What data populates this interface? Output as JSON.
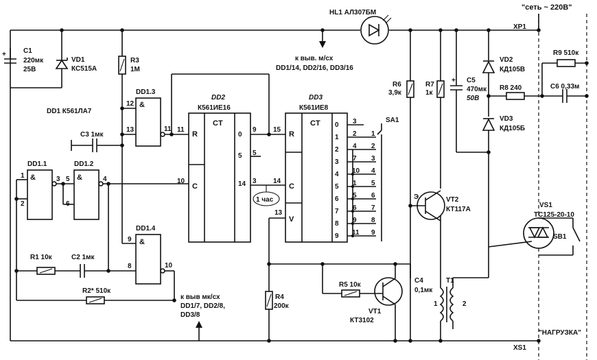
{
  "components": {
    "c1": {
      "name": "C1",
      "value": "220мк",
      "voltage": "25В"
    },
    "vd1": {
      "name": "VD1",
      "value": "КС515А"
    },
    "r3": {
      "name": "R3",
      "value": "1М"
    },
    "dd1_type": "DD1 К561ЛА7",
    "dd1_3": {
      "name": "DD1.3",
      "symbol": "&"
    },
    "c3": {
      "name": "C3 1мк"
    },
    "dd1_1": {
      "name": "DD1.1",
      "symbol": "&"
    },
    "dd1_2": {
      "name": "DD1.2",
      "symbol": "&"
    },
    "dd1_4": {
      "name": "DD1.4",
      "symbol": "&"
    },
    "r1": {
      "name": "R1 10к"
    },
    "c2": {
      "name": "C2 1мк"
    },
    "r2": {
      "name": "R2* 510к"
    },
    "dd2": {
      "name": "DD2",
      "type": "К561ИЕ16",
      "ct": "CT"
    },
    "dd3": {
      "name": "DD3",
      "type": "К561ИЕ8",
      "ct": "CT"
    },
    "hour_label": "1 час",
    "sa1": "SA1",
    "hl1": "HL1 АЛ307БМ",
    "r6": {
      "name": "R6",
      "value": "3,9к"
    },
    "r7": {
      "name": "R7",
      "value": "1к"
    },
    "c5": {
      "name": "C5",
      "value": "470мк",
      "voltage": "50В"
    },
    "vt2": {
      "name": "VT2",
      "value": "КТ117А"
    },
    "c4": {
      "name": "C4",
      "value": "0,1мк"
    },
    "t1": "T1",
    "vt1": {
      "name": "VT1",
      "value": "КТ3102"
    },
    "r5": {
      "name": "R5 10к"
    },
    "r4": {
      "name": "R4",
      "value": "200к"
    },
    "vd2": {
      "name": "VD2",
      "value": "КД105В"
    },
    "vd3": {
      "name": "VD3",
      "value": "КД105Б"
    },
    "r8": {
      "name": "R8 240"
    },
    "r9": {
      "name": "R9 510к"
    },
    "c6": {
      "name": "C6 0,33м"
    },
    "vs1": {
      "name": "VS1",
      "value": "ТС125-20-10"
    },
    "sb1": "SB1"
  },
  "notes": {
    "top": [
      "к выв. м/сх",
      "DD1/14, DD2/16, DD3/16"
    ],
    "bottom": [
      "к выв мк/сх",
      "DD1/7, DD2/8,",
      "DD3/8"
    ]
  },
  "connectors": {
    "xp1": "XP1",
    "xs1": "XS1",
    "load": "\"НАГРУЗКА\"",
    "mains": "\"сеть ~ 220В\""
  }
}
